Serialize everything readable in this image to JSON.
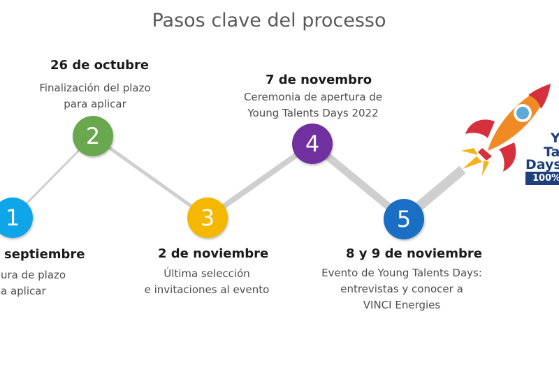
{
  "title": "Pasos clave del processo",
  "steps": [
    {
      "number": "1",
      "date": "septiembre",
      "desc": [
        "ura de plazo",
        "a aplicar"
      ],
      "color": "#0fa5e9"
    },
    {
      "number": "2",
      "date": "26 de octubre",
      "desc": [
        "Finalización del plazo",
        "para aplicar"
      ],
      "color": "#6aa84f"
    },
    {
      "number": "3",
      "date": "2 de noviembre",
      "desc": [
        "Última selección",
        "e invitaciones al evento"
      ],
      "color": "#f4b800"
    },
    {
      "number": "4",
      "date": "7 de novembro",
      "desc": [
        "Ceremonia de apertura de",
        "Young Talents Days 2022"
      ],
      "color": "#7030a0"
    },
    {
      "number": "5",
      "date": "8 y 9 de noviembre",
      "desc": [
        "Evento de Young Talents Days:",
        "entrevistas y conocer a",
        "VINCI Energies"
      ],
      "color": "#1a6fc4"
    }
  ],
  "brand": {
    "line1": "Yo",
    "line2": "Ta",
    "line3": "Days",
    "badge": "100%"
  },
  "icon": "rocket-icon"
}
